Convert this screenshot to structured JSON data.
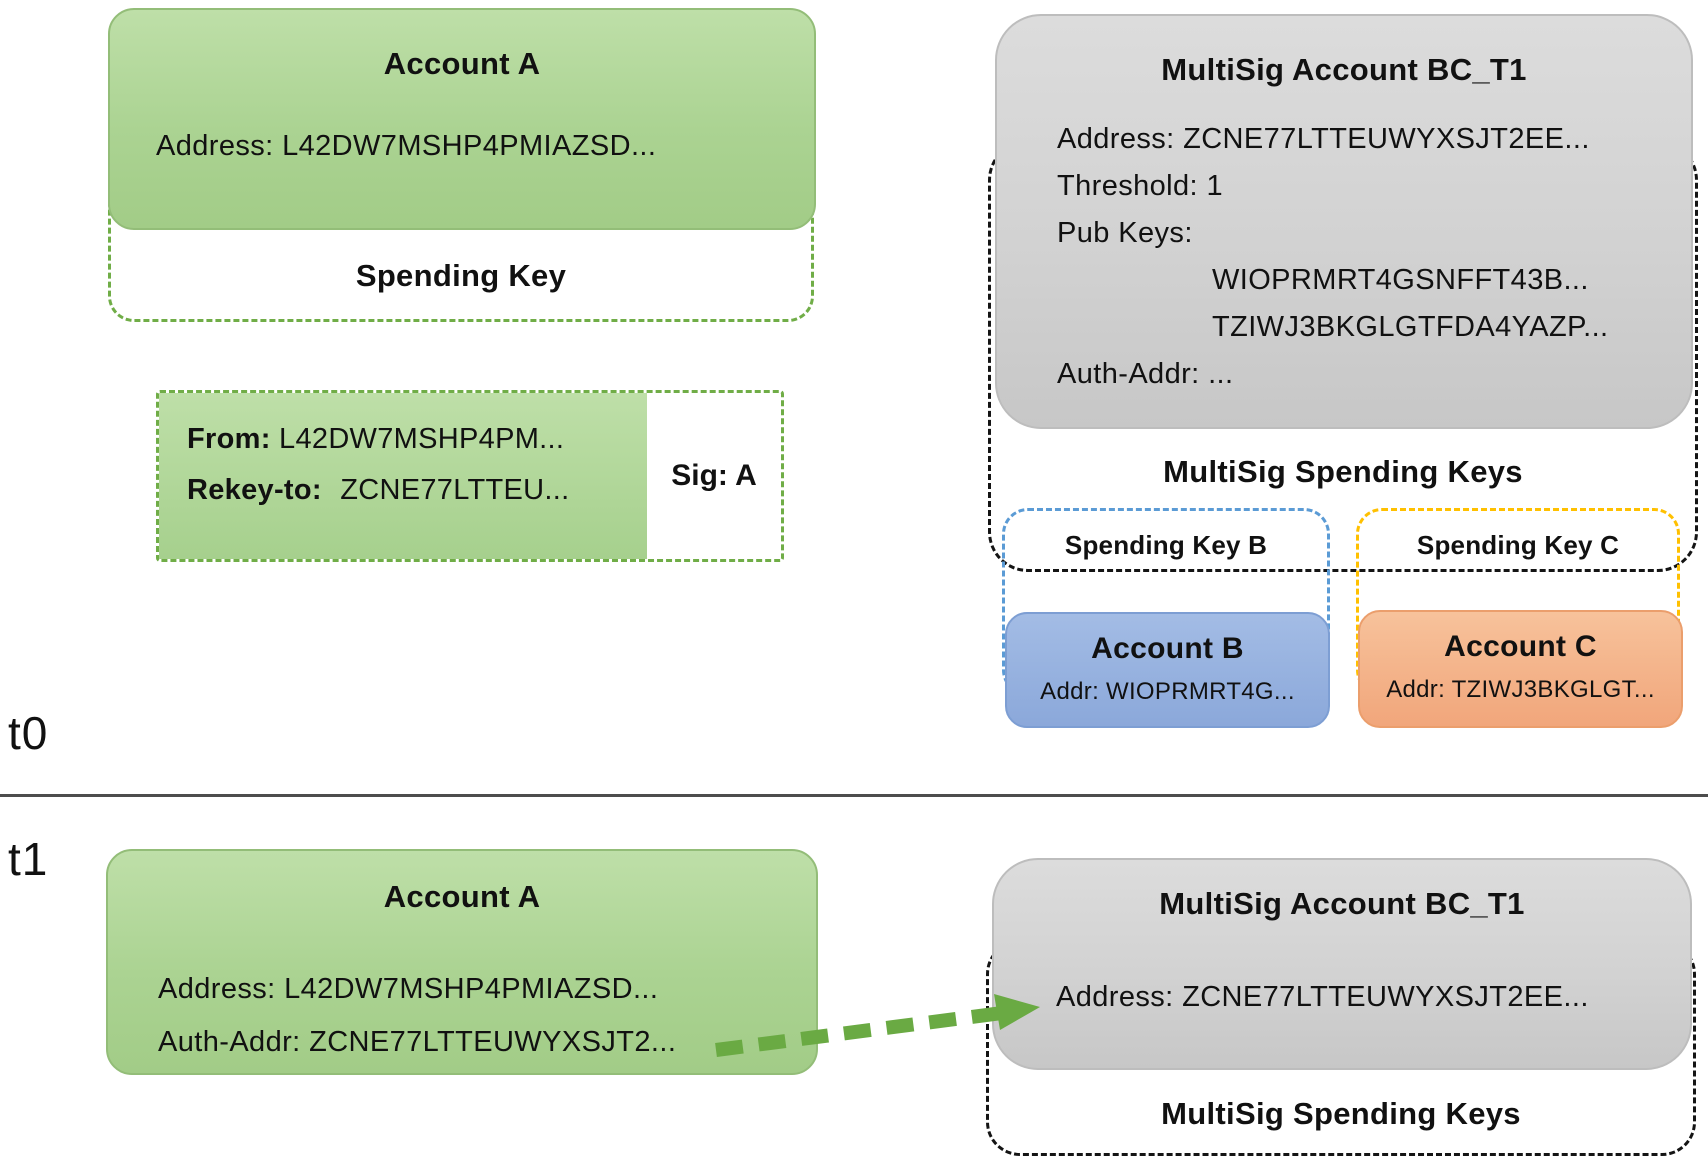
{
  "timeline": {
    "t0_label": "t0",
    "t1_label": "t1"
  },
  "colors": {
    "account_green": "#a9d18e",
    "green_dash": "#70ad47",
    "multisig_gray": "#d2d2d2",
    "account_blue": "#8faadc",
    "blue_dash": "#5b9bd5",
    "account_orange": "#f4b183",
    "yellow_dash": "#ffc000",
    "black_dash": "#141414",
    "arrow_green": "#6aaa43"
  },
  "t0": {
    "account_a": {
      "title": "Account A",
      "address": "Address: L42DW7MSHP4PMIAZSD..."
    },
    "spending_key_label": "Spending Key",
    "rekey_txn": {
      "from_label": "From:",
      "from_value": "L42DW7MSHP4PM...",
      "rekey_label": "Rekey-to:",
      "rekey_value": "ZCNE77LTTEU...",
      "sig": "Sig: A"
    },
    "multisig": {
      "title": "MultiSig Account BC_T1",
      "address": "Address: ZCNE77LTTEUWYXSJT2EE...",
      "threshold": "Threshold: 1",
      "pub_keys_label": "Pub Keys:",
      "pub_key_1": "WIOPRMRT4GSNFFT43B...",
      "pub_key_2": "TZIWJ3BKGLGTFDA4YAZP...",
      "auth_addr": "Auth-Addr: ...",
      "spending_keys_label": "MultiSig Spending Keys",
      "spending_key_b_label": "Spending Key B",
      "spending_key_c_label": "Spending Key C",
      "account_b": {
        "title": "Account B",
        "addr": "Addr: WIOPRMRT4G..."
      },
      "account_c": {
        "title": "Account C",
        "addr": "Addr: TZIWJ3BKGLGT..."
      }
    }
  },
  "t1": {
    "account_a": {
      "title": "Account A",
      "address": "Address: L42DW7MSHP4PMIAZSD...",
      "auth_addr": "Auth-Addr: ZCNE77LTTEUWYXSJT2..."
    },
    "multisig": {
      "title": "MultiSig Account BC_T1",
      "address": "Address: ZCNE77LTTEUWYXSJT2EE...",
      "spending_keys_label": "MultiSig Spending Keys"
    }
  }
}
